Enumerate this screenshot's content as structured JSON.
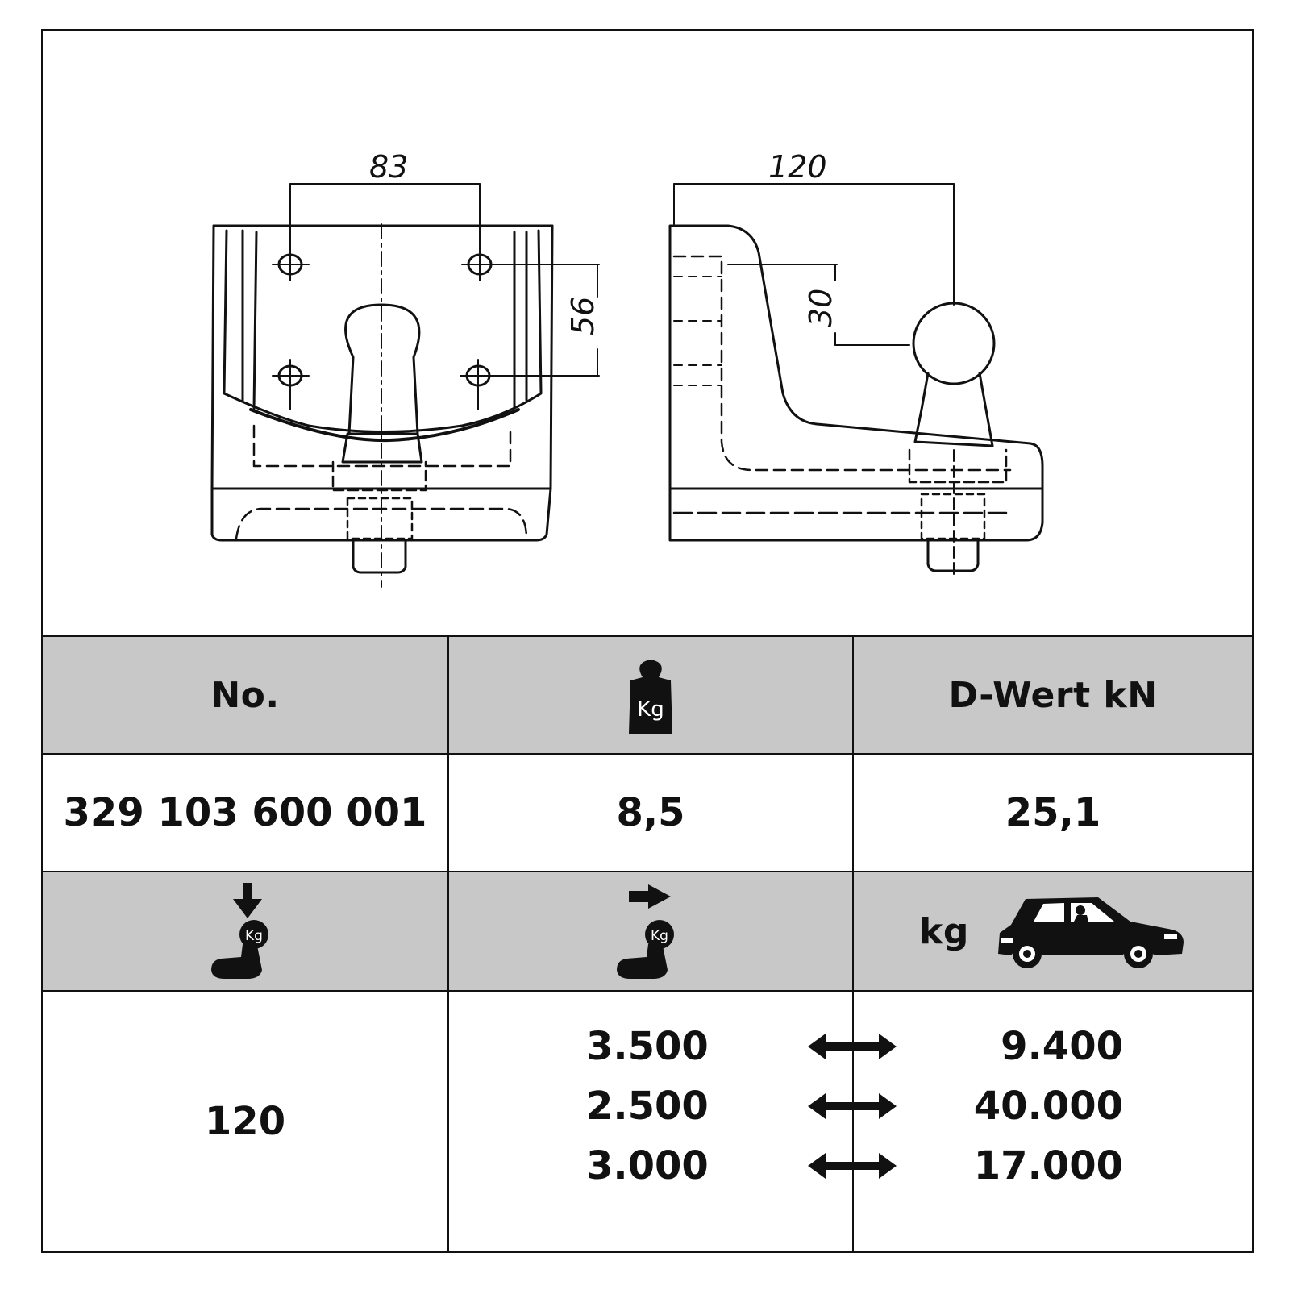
{
  "drawing": {
    "front_view": {
      "dim_hole_spacing_h": "83",
      "dim_hole_spacing_v": "56"
    },
    "side_view": {
      "dim_length": "120",
      "dim_height": "30"
    }
  },
  "table": {
    "header_row": {
      "col1_label": "No.",
      "col2_icon": "weight-kg-icon",
      "col2_icon_text": "Kg",
      "col3_label": "D-Wert kN"
    },
    "data_row": {
      "part_number": "329 103 600 001",
      "weight": "8,5",
      "d_value": "25,1"
    },
    "icon_row": {
      "col1_icon": "vertical-load-icon",
      "col1_icon_text": "Kg",
      "col2_icon": "towing-load-icon",
      "col2_icon_text": "Kg",
      "col3_label": "kg",
      "col3_icon": "car-icon"
    },
    "load_row": {
      "vertical_load": "120",
      "pairs": [
        {
          "trailer_load": "3.500",
          "vehicle_weight": "9.400"
        },
        {
          "trailer_load": "2.500",
          "vehicle_weight": "40.000"
        },
        {
          "trailer_load": "3.000",
          "vehicle_weight": "17.000"
        }
      ]
    }
  }
}
